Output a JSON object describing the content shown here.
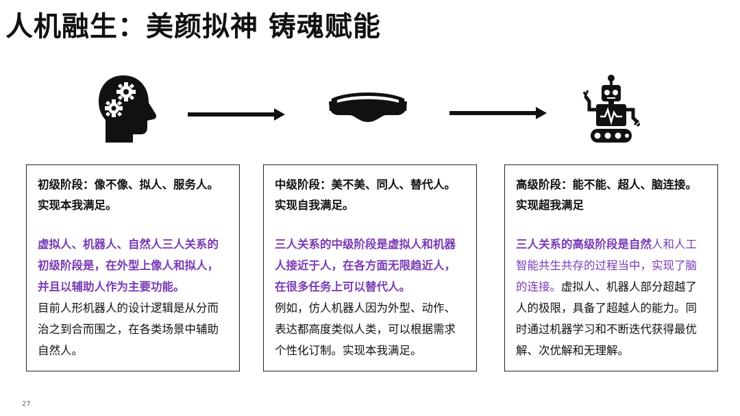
{
  "title": "人机融生：美颜拟神 铸魂赋能",
  "icons": [
    "head-gears-icon",
    "vr-glasses-icon",
    "robot-icon"
  ],
  "stages": [
    {
      "head_line1": "初级阶段：像不像、拟人、服务人。",
      "head_line2": "实现本我满足。",
      "accent": "虚拟人、机器人、自然人三人关系的初级阶段是，在外型上像人和拟人，并且以辅助人作为主要功能。",
      "plain": "目前人形机器人的设计逻辑是从分而治之到合而围之，在各类场景中辅助自然人。"
    },
    {
      "head_line1": "中级阶段：美不美、同人、替代人。",
      "head_line2": "实现自我满足。",
      "accent": "三人关系的中级阶段是虚拟人和机器人接近于人，在各方面无限趋近人，在很多任务上可以替代人。",
      "plain": "例如，仿人机器人因为外型、动作、表达都高度类似人类，可以根据需求个性化订制。实现本我满足。"
    },
    {
      "head_line1": "高级阶段：能不能、超人、脑连接。",
      "head_line2": "实现超我满足",
      "accent_strong": "三人关系的高级阶段是自然",
      "accent_rest": "人和人工智能共生共存的过程当中，实现了脑的连接。",
      "plain": "虚拟人、机器人部分超越了人的极限，具备了超越人的能力。同时通过机器学习和不断迭代获得最优解、次优解和无理解。"
    }
  ],
  "page_number": "27",
  "colors": {
    "accent": "#7a3cb5",
    "text": "#111111",
    "arrow": "#111111"
  }
}
